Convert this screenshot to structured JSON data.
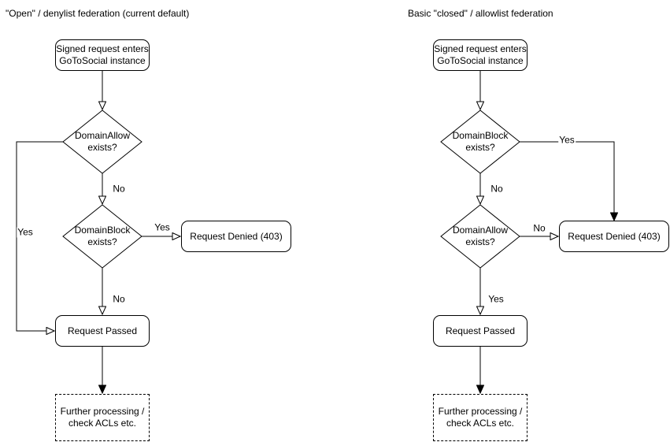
{
  "charts": {
    "left": {
      "title": "\"Open\" / denylist federation (current default)",
      "start": {
        "line1": "Signed request enters",
        "line2": "GoToSocial instance"
      },
      "decision1": {
        "line1": "DomainAllow",
        "line2": "exists?"
      },
      "decision2": {
        "line1": "DomainBlock",
        "line2": "exists?"
      },
      "denied": "Request Denied (403)",
      "passed": "Request Passed",
      "further": {
        "line1": "Further processing /",
        "line2": "check ACLs etc."
      },
      "labels": {
        "decision1_yes": "Yes",
        "decision1_no": "No",
        "decision2_yes": "Yes",
        "decision2_no": "No"
      }
    },
    "right": {
      "title": "Basic \"closed\" / allowlist federation",
      "start": {
        "line1": "Signed request enters",
        "line2": "GoToSocial instance"
      },
      "decision1": {
        "line1": "DomainBlock",
        "line2": "exists?"
      },
      "decision2": {
        "line1": "DomainAllow",
        "line2": "exists?"
      },
      "denied": "Request Denied (403)",
      "passed": "Request Passed",
      "further": {
        "line1": "Further processing /",
        "line2": "check ACLs etc."
      },
      "labels": {
        "decision1_yes": "Yes",
        "decision1_no": "No",
        "decision2_no": "No",
        "decision2_yes": "Yes"
      }
    }
  },
  "style": {
    "stroke_color": "#000000",
    "fill_color": "#ffffff"
  }
}
